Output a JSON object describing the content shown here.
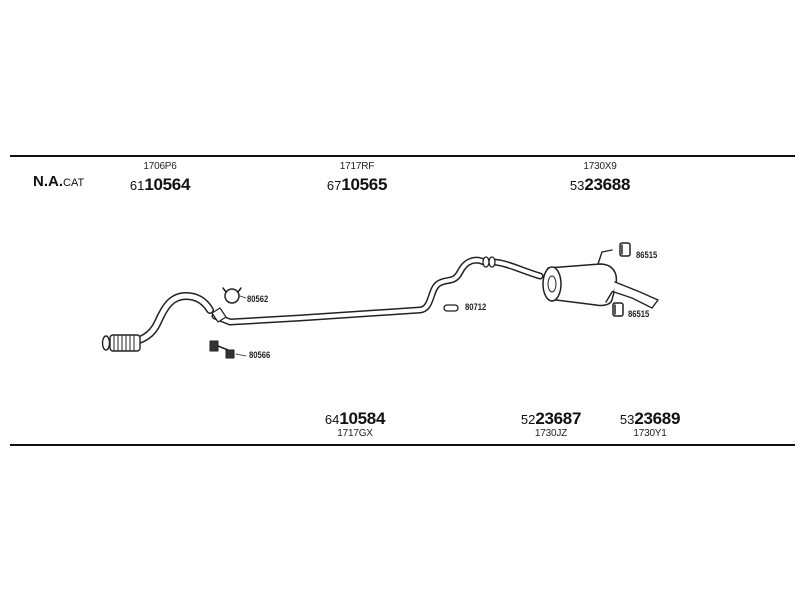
{
  "notes": {
    "na_bold": "N.A.",
    "na_small": "CAT"
  },
  "parts_top": [
    {
      "ref": "1706P6",
      "prefix": "61",
      "number": "10564"
    },
    {
      "ref": "1717RF",
      "prefix": "67",
      "number": "10565"
    },
    {
      "ref": "1730X9",
      "prefix": "53",
      "number": "23688"
    }
  ],
  "parts_bottom": [
    {
      "ref": "1717GX",
      "prefix": "64",
      "number": "10584"
    },
    {
      "ref": "1730JZ",
      "prefix": "52",
      "number": "23687"
    },
    {
      "ref": "1730Y1",
      "prefix": "53",
      "number": "23689"
    }
  ],
  "callouts": {
    "clamp_front": "80562",
    "bracket_front": "80566",
    "hanger_mid": "80712",
    "rubber_upper": "86515",
    "rubber_lower": "86515"
  }
}
